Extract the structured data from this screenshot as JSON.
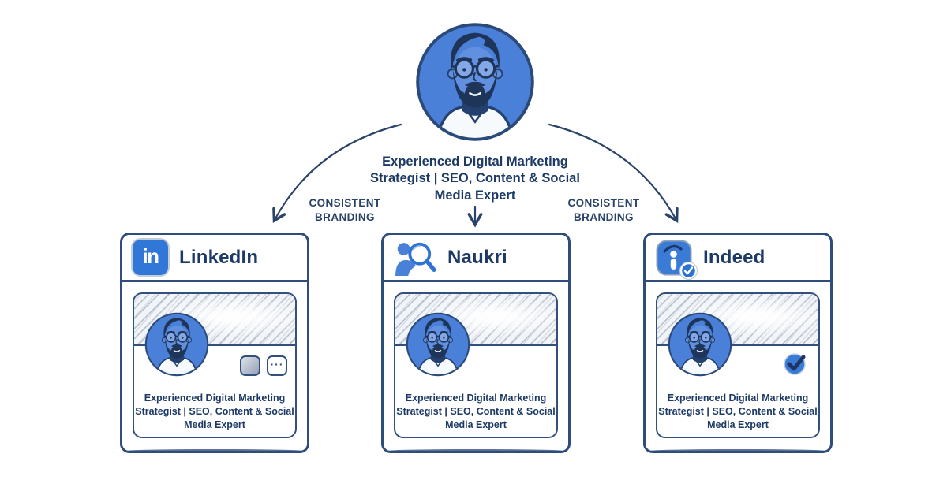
{
  "header": {
    "person_headline": "Experienced Digital Marketing Strategist | SEO, Content & Social Media Expert"
  },
  "annotations": {
    "left_label": "CONSISTENT BRANDING",
    "right_label": "CONSISTENT BRANDING"
  },
  "platforms": [
    {
      "name": "LinkedIn",
      "logo_glyph": "in",
      "headline": "Experienced Digital Marketing Strategist | SEO, Content & Social Media Expert",
      "actions": {
        "more_dots": "···"
      }
    },
    {
      "name": "Naukri",
      "headline": "Experienced Digital Marketing Strategist | SEO, Content & Social Media Expert"
    },
    {
      "name": "Indeed",
      "headline": "Experienced Digital Marketing Strategist | SEO, Content & Social Media Expert"
    }
  ],
  "icons": {
    "top": "man-avatar-icon",
    "linkedin": "linkedin-in-square-icon",
    "naukri": "person-magnifier-icon",
    "indeed": "i-letter-arc-icon",
    "indeed_header_badge": "check-circle-icon",
    "linkedin_image_button": "image-thumbnail-icon",
    "linkedin_more_button": "ellipsis-icon",
    "indeed_verified": "check-circle-icon",
    "arrows": "curved-arrow-down-icon"
  },
  "colors": {
    "background": "#ffffff",
    "navy_text": "#1d3a66",
    "sketch_border": "#2e4d7b",
    "avatar_blue": "#4a80d8",
    "linkedin_blue": "#3177d8",
    "indeed_blue": "#3b7bd8",
    "badge_blue": "#2e72d2",
    "hatch_gray": "#606e87"
  }
}
